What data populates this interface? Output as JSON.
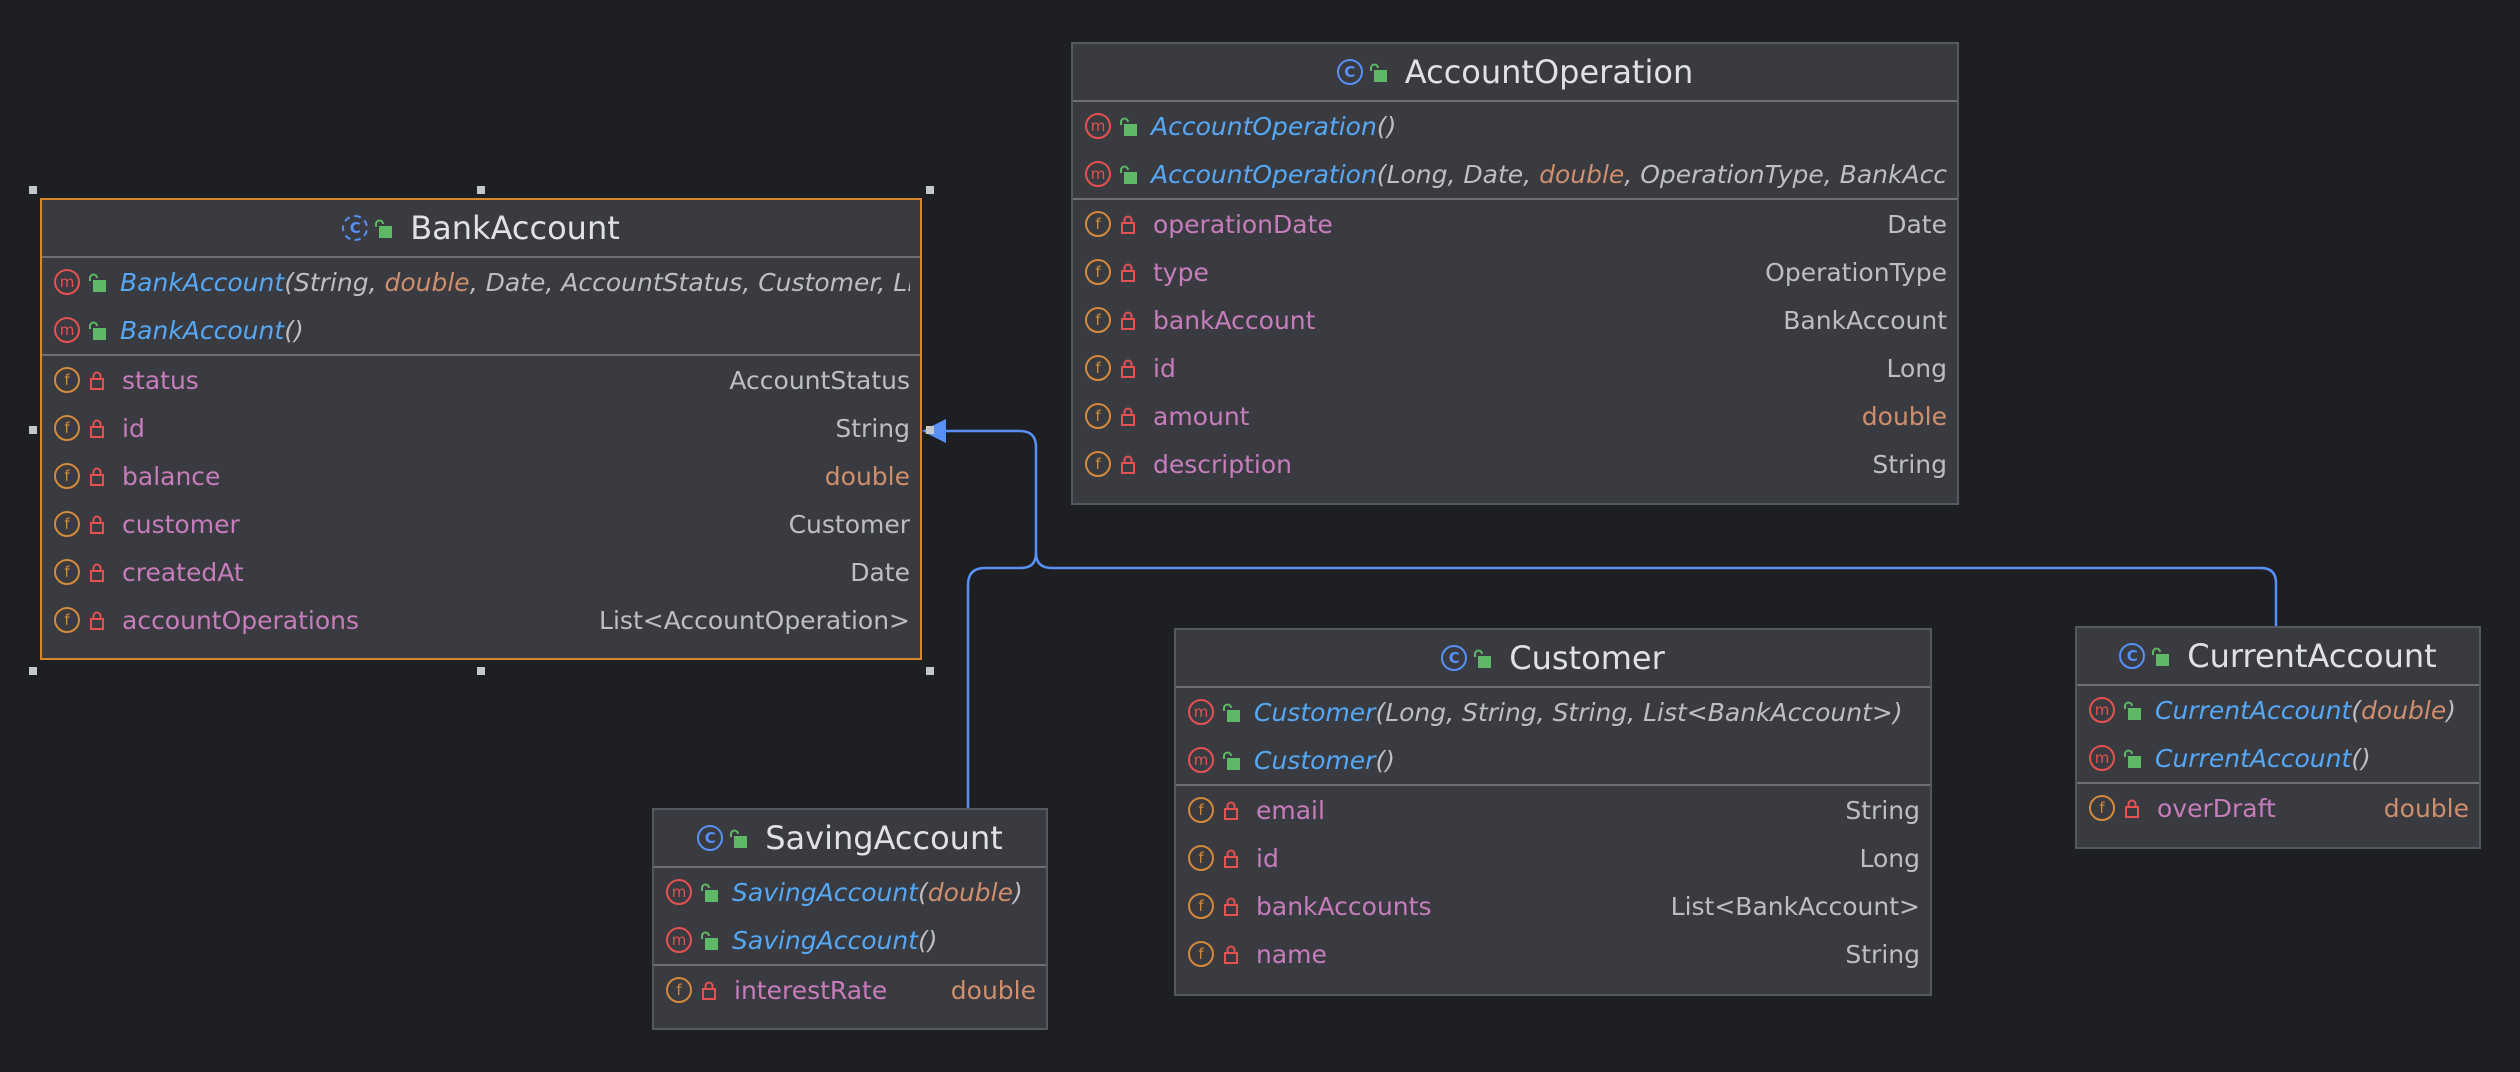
{
  "diagram": {
    "classes": [
      {
        "id": "bankaccount",
        "name": "BankAccount",
        "abstract": true,
        "selected": true,
        "methods": [
          {
            "name": "BankAccount",
            "params": [
              {
                "t": "String",
                "prim": false
              },
              {
                "t": "double",
                "prim": true
              },
              {
                "t": "Date",
                "prim": false
              },
              {
                "t": "AccountStatus",
                "prim": false
              },
              {
                "t": "Customer",
                "prim": false
              },
              {
                "t": "List<AccountOperation>",
                "prim": false
              }
            ]
          },
          {
            "name": "BankAccount",
            "params": []
          }
        ],
        "fields": [
          {
            "name": "status",
            "type": "AccountStatus",
            "prim": false
          },
          {
            "name": "id",
            "type": "String",
            "prim": false
          },
          {
            "name": "balance",
            "type": "double",
            "prim": true
          },
          {
            "name": "customer",
            "type": "Customer",
            "prim": false
          },
          {
            "name": "createdAt",
            "type": "Date",
            "prim": false
          },
          {
            "name": "accountOperations",
            "type": "List<AccountOperation>",
            "prim": false
          }
        ]
      },
      {
        "id": "accountoperation",
        "name": "AccountOperation",
        "abstract": false,
        "selected": false,
        "methods": [
          {
            "name": "AccountOperation",
            "params": []
          },
          {
            "name": "AccountOperation",
            "params": [
              {
                "t": "Long",
                "prim": false
              },
              {
                "t": "Date",
                "prim": false
              },
              {
                "t": "double",
                "prim": true
              },
              {
                "t": "OperationType",
                "prim": false
              },
              {
                "t": "BankAccount",
                "prim": false
              }
            ]
          }
        ],
        "fields": [
          {
            "name": "operationDate",
            "type": "Date",
            "prim": false
          },
          {
            "name": "type",
            "type": "OperationType",
            "prim": false
          },
          {
            "name": "bankAccount",
            "type": "BankAccount",
            "prim": false
          },
          {
            "name": "id",
            "type": "Long",
            "prim": false
          },
          {
            "name": "amount",
            "type": "double",
            "prim": true
          },
          {
            "name": "description",
            "type": "String",
            "prim": false
          }
        ]
      },
      {
        "id": "customer",
        "name": "Customer",
        "abstract": false,
        "selected": false,
        "methods": [
          {
            "name": "Customer",
            "params": [
              {
                "t": "Long",
                "prim": false
              },
              {
                "t": "String",
                "prim": false
              },
              {
                "t": "String",
                "prim": false
              },
              {
                "t": "List<BankAccount>",
                "prim": false
              }
            ]
          },
          {
            "name": "Customer",
            "params": []
          }
        ],
        "fields": [
          {
            "name": "email",
            "type": "String",
            "prim": false
          },
          {
            "name": "id",
            "type": "Long",
            "prim": false
          },
          {
            "name": "bankAccounts",
            "type": "List<BankAccount>",
            "prim": false
          },
          {
            "name": "name",
            "type": "String",
            "prim": false
          }
        ]
      },
      {
        "id": "savingaccount",
        "name": "SavingAccount",
        "abstract": false,
        "selected": false,
        "methods": [
          {
            "name": "SavingAccount",
            "params": [
              {
                "t": "double",
                "prim": true
              }
            ]
          },
          {
            "name": "SavingAccount",
            "params": []
          }
        ],
        "fields": [
          {
            "name": "interestRate",
            "type": "double",
            "prim": true
          }
        ]
      },
      {
        "id": "currentaccount",
        "name": "CurrentAccount",
        "abstract": false,
        "selected": false,
        "methods": [
          {
            "name": "CurrentAccount",
            "params": [
              {
                "t": "double",
                "prim": true
              }
            ]
          },
          {
            "name": "CurrentAccount",
            "params": []
          }
        ],
        "fields": [
          {
            "name": "overDraft",
            "type": "double",
            "prim": true
          }
        ]
      }
    ],
    "icons": {
      "class": "class-icon",
      "method": "method-icon",
      "field": "field-icon",
      "public": "public-lock-icon",
      "private": "private-lock-icon"
    },
    "colors": {
      "background": "#1e1f22",
      "node": "#393b40",
      "edge": "#5890f5",
      "selection": "#d9852c",
      "method_name": "#56a8f5",
      "field_name": "#c77dbb",
      "keyword": "#cf8e6d"
    }
  }
}
